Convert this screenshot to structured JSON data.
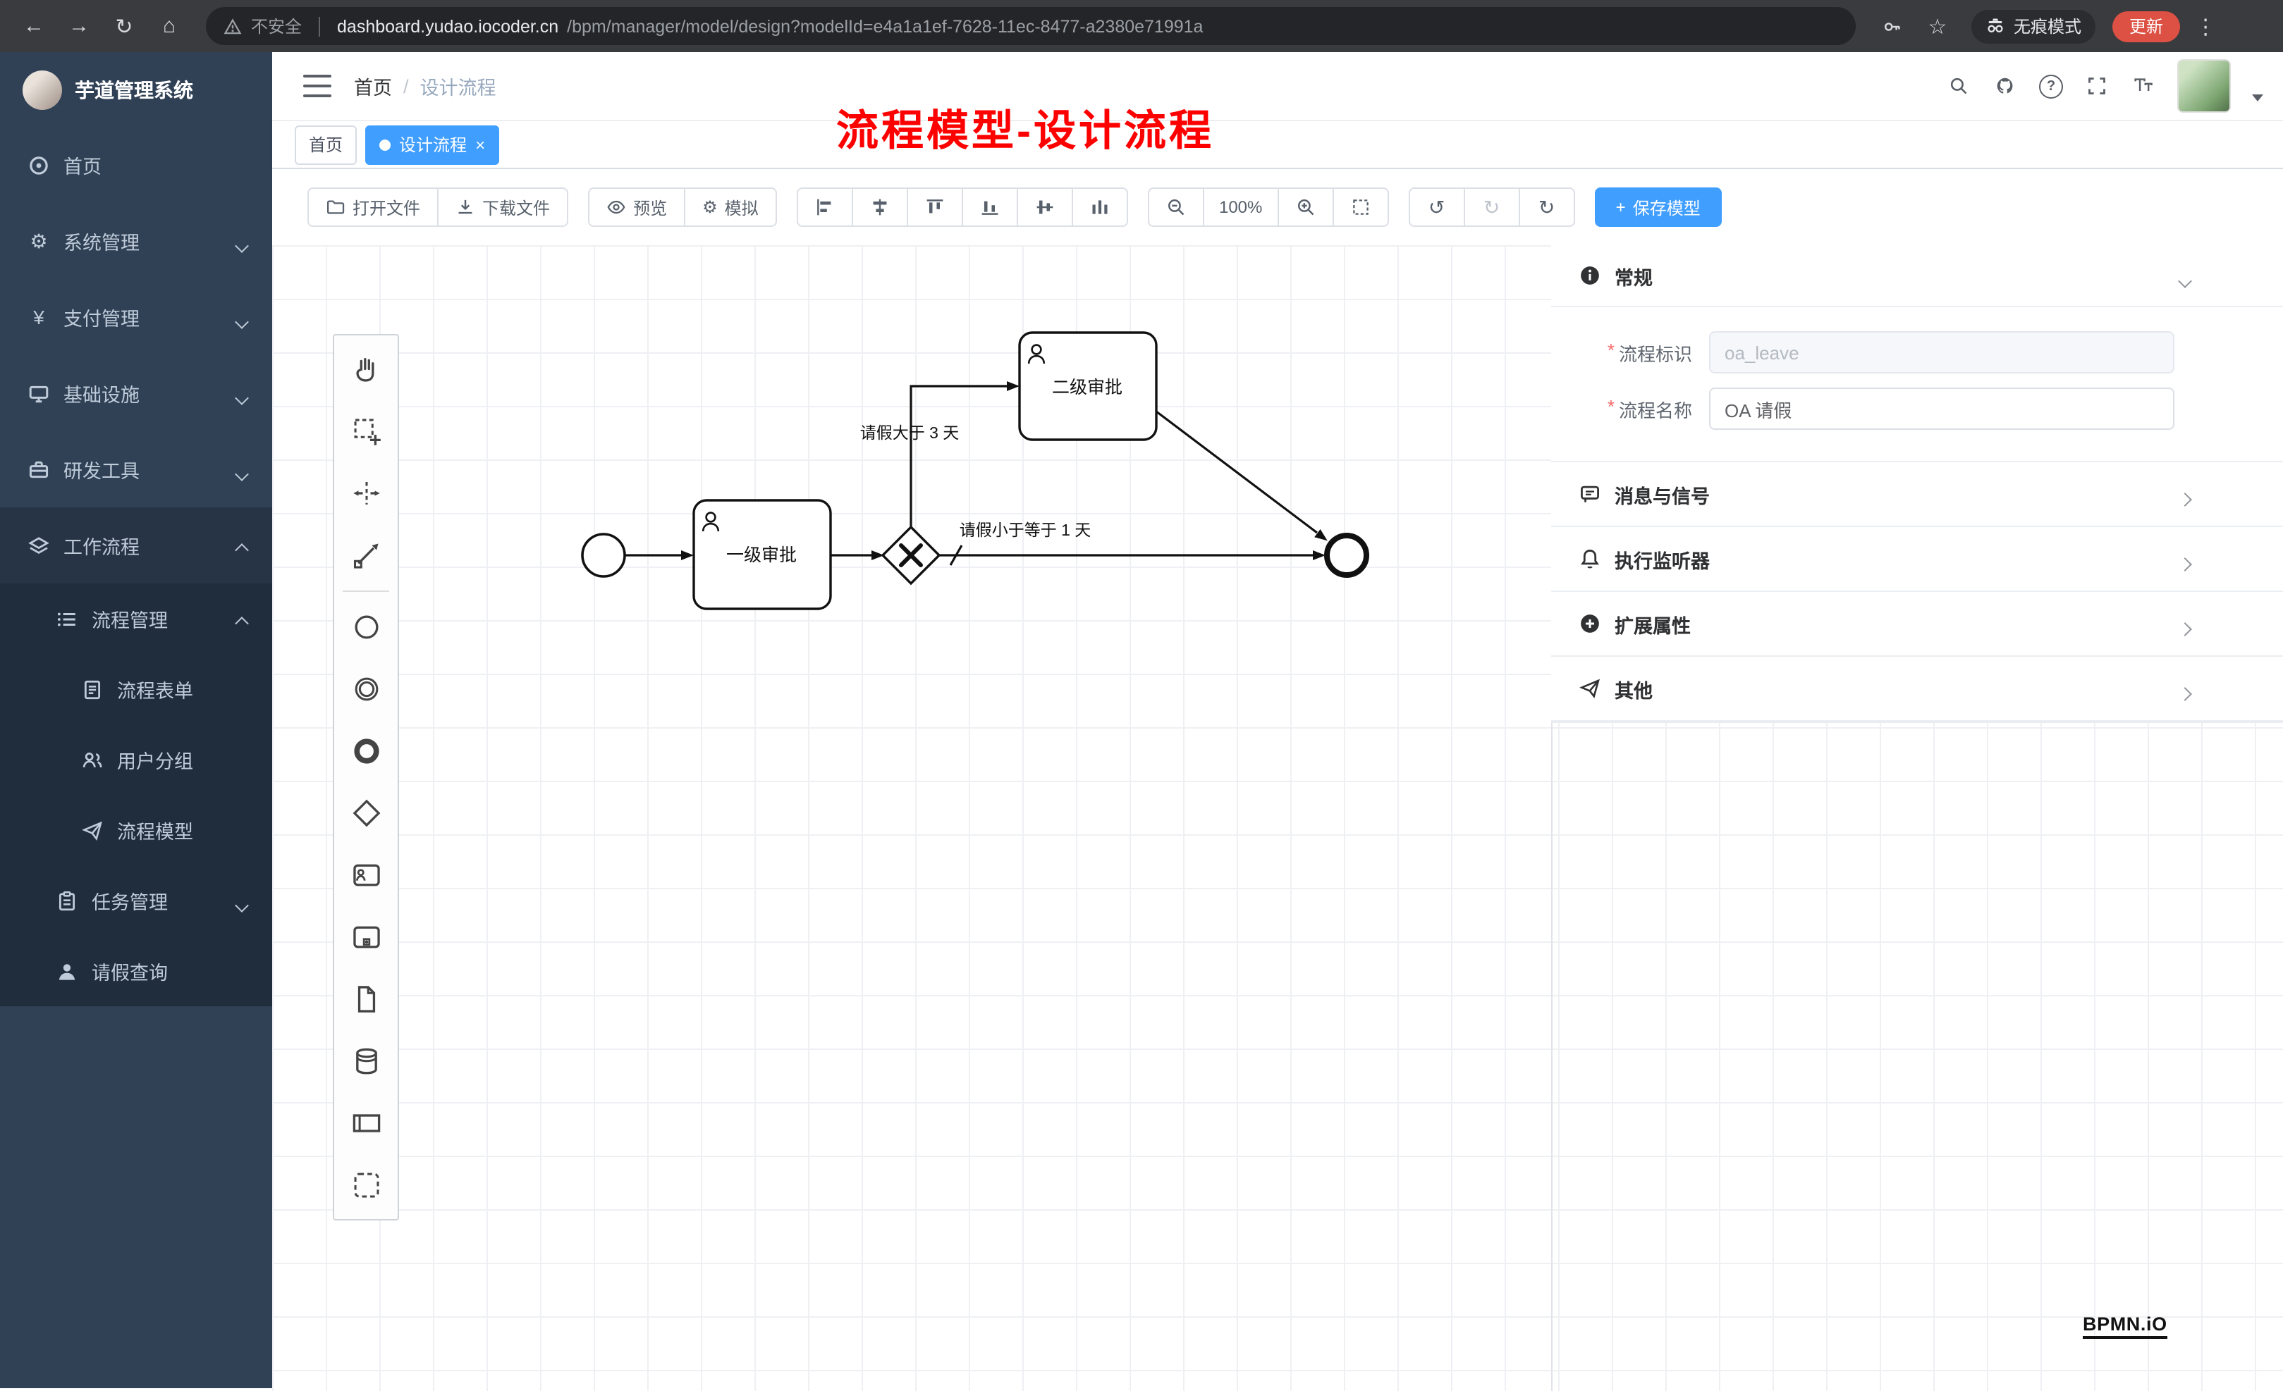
{
  "colors": {
    "accent": "#409eff",
    "sidebar_bg": "#304156",
    "annotation": "#ff0000",
    "update_button": "#dd5144"
  },
  "icons": {
    "back": "←",
    "forward": "→",
    "reload": "↻",
    "home": "⌂",
    "star": "☆",
    "menu": "⋮",
    "gear": "⚙",
    "yen": "¥",
    "undo": "↺",
    "redo": "↻",
    "refresh": "↻",
    "question": "?",
    "close": "×",
    "plus": "+",
    "sep": "/",
    "percent_zoom": "100%"
  },
  "browser": {
    "security": "不安全",
    "url_host": "dashboard.yudao.iocoder.cn",
    "url_path": "/bpm/manager/model/design?modelId=e4a1a1ef-7628-11ec-8477-a2380e71991a",
    "incognito": "无痕模式",
    "update": "更新"
  },
  "sidebar": {
    "title": "芋道管理系统",
    "items": [
      {
        "label": "首页"
      },
      {
        "label": "系统管理"
      },
      {
        "label": "支付管理"
      },
      {
        "label": "基础设施"
      },
      {
        "label": "研发工具"
      },
      {
        "label": "工作流程"
      }
    ],
    "sub": {
      "mgmt": "流程管理",
      "form": "流程表单",
      "group": "用户分组",
      "model": "流程模型",
      "task": "任务管理",
      "leave": "请假查询"
    }
  },
  "header": {
    "breadcrumb_home": "首页",
    "breadcrumb_current": "设计流程",
    "annotation": "流程模型-设计流程"
  },
  "tabs": {
    "home": "首页",
    "current": "设计流程"
  },
  "toolbar": {
    "open": "打开文件",
    "download": "下载文件",
    "preview": "预览",
    "simulate": "模拟",
    "zoom": "100%",
    "save": "保存模型"
  },
  "diagram": {
    "task1": "一级审批",
    "task2": "二级审批",
    "label_gt": "请假大于 3 天",
    "label_le": "请假小于等于 1 天"
  },
  "panel": {
    "general": "常规",
    "required": "*",
    "key_label": "流程标识",
    "key_value": "oa_leave",
    "name_label": "流程名称",
    "name_value": "OA 请假",
    "sections": [
      {
        "label": "消息与信号"
      },
      {
        "label": "执行监听器"
      },
      {
        "label": "扩展属性"
      },
      {
        "label": "其他"
      }
    ]
  },
  "watermark": "BPMN.iO"
}
